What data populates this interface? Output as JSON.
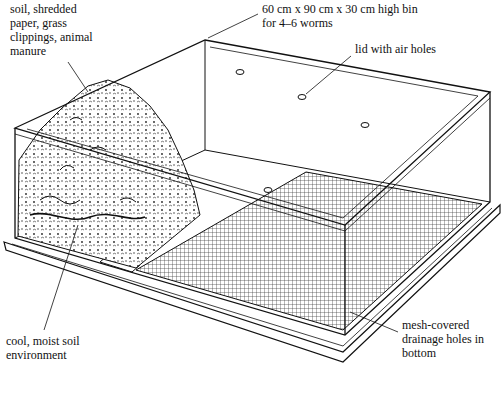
{
  "diagram": {
    "labels": [
      "soil, shredded paper, grass clippings, animal manure",
      "60 cm x 90 cm x 30 cm high bin for 4–6 worms",
      "lid with air holes",
      "cool, moist soil environment",
      "mesh-covered drainage holes in bottom"
    ]
  }
}
